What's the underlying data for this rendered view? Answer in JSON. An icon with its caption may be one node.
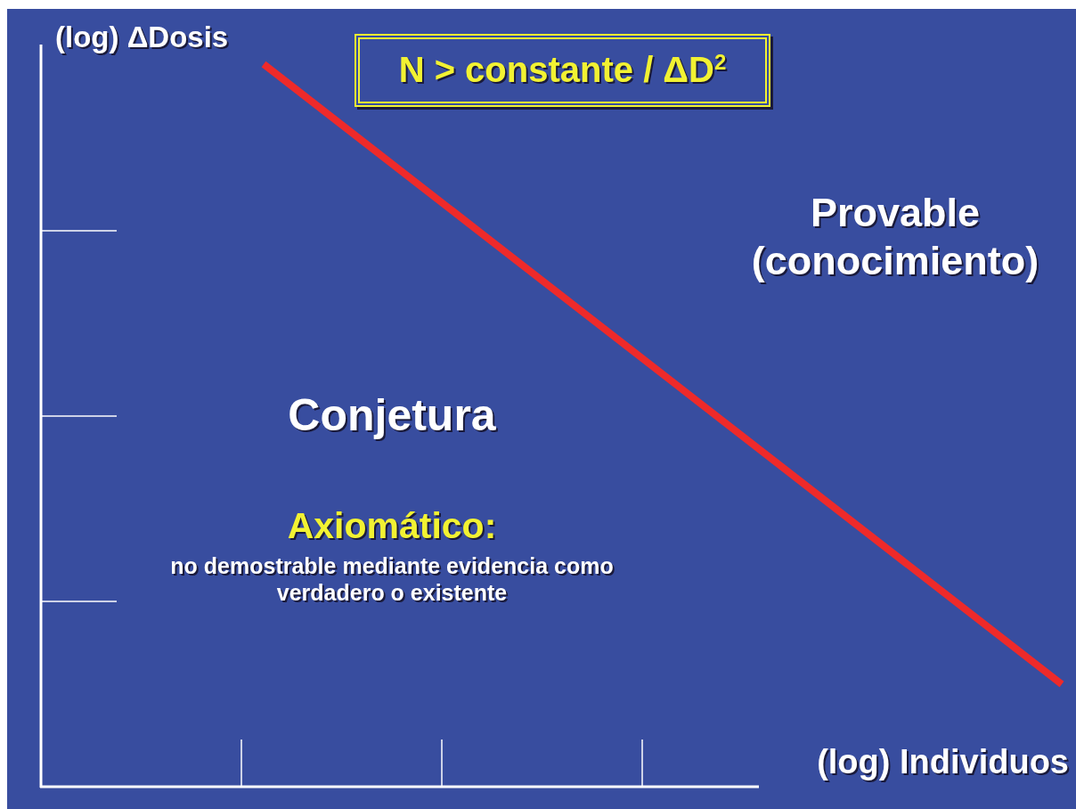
{
  "diagram": {
    "nodes": [
      {
        "text": [
          "N > constante / ΔD$^{2}$"
        ]
      }
    ],
    "labels": [
      "(log) ΔDosis",
      "Provable (conocimiento)",
      "Conjetura",
      "Axiomático:",
      "no demostrable mediante evidencia como verdadero o existente",
      "(log) Individuos"
    ]
  }
}
